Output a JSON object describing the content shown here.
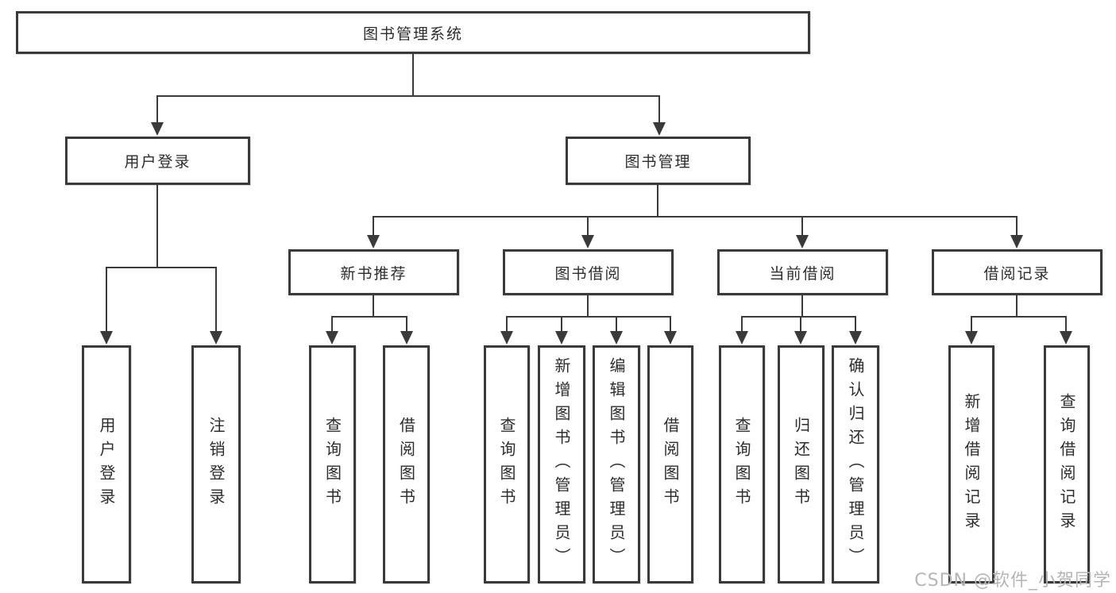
{
  "diagram": {
    "root": {
      "label": "图书管理系统"
    },
    "level2": [
      {
        "label": "用户登录"
      },
      {
        "label": "图书管理"
      }
    ],
    "level3": [
      {
        "label": "新书推荐"
      },
      {
        "label": "图书借阅"
      },
      {
        "label": "当前借阅"
      },
      {
        "label": "借阅记录"
      }
    ],
    "leaves": [
      {
        "label": "用户登录",
        "parent": "用户登录"
      },
      {
        "label": "注销登录",
        "parent": "用户登录"
      },
      {
        "label": "查询图书",
        "parent": "新书推荐"
      },
      {
        "label": "借阅图书",
        "parent": "新书推荐"
      },
      {
        "label": "查询图书",
        "parent": "图书借阅"
      },
      {
        "label": "新增图书（管理员）",
        "parent": "图书借阅"
      },
      {
        "label": "编辑图书（管理员）",
        "parent": "图书借阅"
      },
      {
        "label": "借阅图书",
        "parent": "图书借阅"
      },
      {
        "label": "查询图书",
        "parent": "当前借阅"
      },
      {
        "label": "归还图书",
        "parent": "当前借阅"
      },
      {
        "label": "确认归还（管理员）",
        "parent": "当前借阅"
      },
      {
        "label": "新增借阅记录",
        "parent": "借阅记录"
      },
      {
        "label": "查询借阅记录",
        "parent": "借阅记录"
      }
    ],
    "watermark": "CSDN @软件_小贺同学",
    "colors": {
      "line": "#3a3a3a",
      "text": "#2d2d2d",
      "box_background": "#ffffff",
      "page_background": "#ffffff",
      "watermark": "#b5b5b5"
    }
  }
}
